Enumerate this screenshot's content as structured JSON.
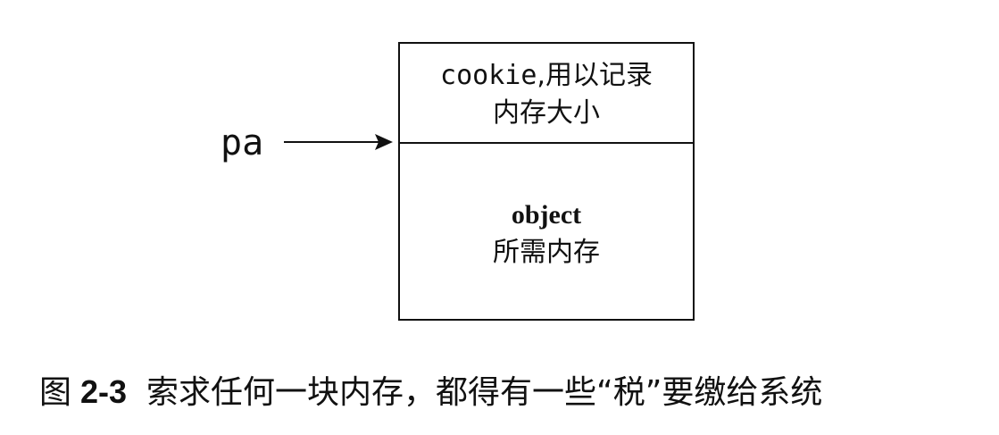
{
  "pointer": {
    "label": "pa"
  },
  "block": {
    "header": {
      "keyword": "cookie",
      "line1_rest": ",用以记录",
      "line2": "内存大小"
    },
    "body": {
      "keyword": "object",
      "desc": "所需内存"
    }
  },
  "caption": {
    "prefix": "图",
    "number": "2-3",
    "text": "索求任何一块内存，都得有一些“税”要缴给系统"
  },
  "colors": {
    "ink": "#111111",
    "background": "#ffffff"
  }
}
